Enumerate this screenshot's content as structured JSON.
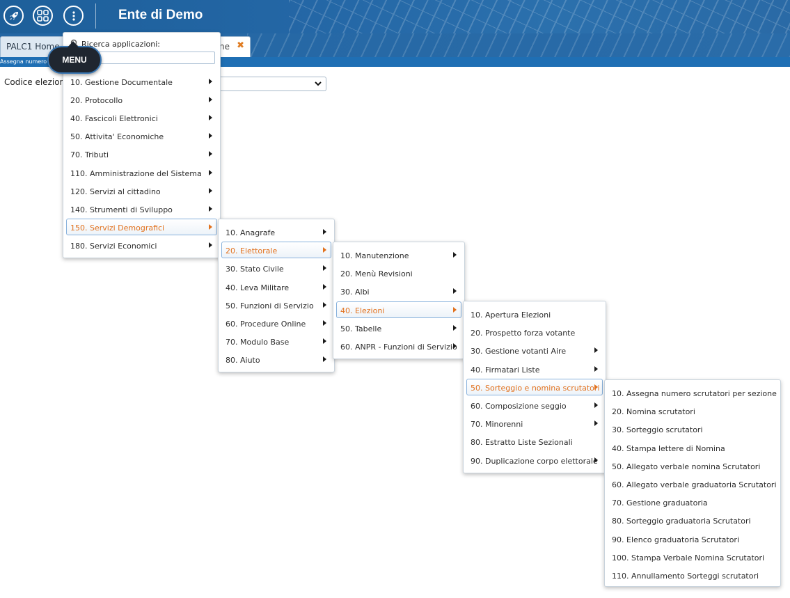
{
  "header": {
    "title": "Ente di Demo",
    "buttons": [
      {
        "icon": "rocket-icon"
      },
      {
        "icon": "apps-grid-icon"
      },
      {
        "icon": "more-vertical-icon"
      }
    ]
  },
  "tabs": {
    "home": "PALC1 Home",
    "active_partial": "ne",
    "close_glyph": "✖"
  },
  "subbar": {
    "text": "Assegna numero sc"
  },
  "form": {
    "label": "Codice elezione"
  },
  "launcher": {
    "search_label": "Ricerca applicazioni:",
    "search_placeholder": "",
    "badge": "MENU"
  },
  "menus": {
    "level1": [
      {
        "label": "10. Gestione Documentale",
        "sub": true
      },
      {
        "label": "20. Protocollo",
        "sub": true
      },
      {
        "label": "40. Fascicoli Elettronici",
        "sub": true
      },
      {
        "label": "50. Attivita' Economiche",
        "sub": true
      },
      {
        "label": "70. Tributi",
        "sub": true
      },
      {
        "label": "110. Amministrazione del Sistema",
        "sub": true
      },
      {
        "label": "120. Servizi al cittadino",
        "sub": true
      },
      {
        "label": "140. Strumenti di Sviluppo",
        "sub": true
      },
      {
        "label": "150. Servizi Demografici",
        "sub": true,
        "selected": true
      },
      {
        "label": "180. Servizi Economici",
        "sub": true
      }
    ],
    "level2": [
      {
        "label": "10. Anagrafe",
        "sub": true
      },
      {
        "label": "20. Elettorale",
        "sub": true,
        "selected": true
      },
      {
        "label": "30. Stato Civile",
        "sub": true
      },
      {
        "label": "40. Leva Militare",
        "sub": true
      },
      {
        "label": "50. Funzioni di Servizio",
        "sub": true
      },
      {
        "label": "60. Procedure Online",
        "sub": true
      },
      {
        "label": "70. Modulo Base",
        "sub": true
      },
      {
        "label": "80. Aiuto",
        "sub": true
      }
    ],
    "level3": [
      {
        "label": "10. Manutenzione",
        "sub": true
      },
      {
        "label": "20. Menù Revisioni",
        "sub": false
      },
      {
        "label": "30. Albi",
        "sub": true
      },
      {
        "label": "40. Elezioni",
        "sub": true,
        "selected": true
      },
      {
        "label": "50. Tabelle",
        "sub": true
      },
      {
        "label": "60. ANPR - Funzioni di Servizio",
        "sub": true
      }
    ],
    "level4": [
      {
        "label": "10. Apertura Elezioni",
        "sub": false
      },
      {
        "label": "20. Prospetto forza votante",
        "sub": false
      },
      {
        "label": "30. Gestione votanti Aire",
        "sub": true
      },
      {
        "label": "40. Firmatari Liste",
        "sub": true
      },
      {
        "label": "50. Sorteggio e nomina scrutatori",
        "sub": true,
        "selected": true
      },
      {
        "label": "60. Composizione seggio",
        "sub": true
      },
      {
        "label": "70. Minorenni",
        "sub": true
      },
      {
        "label": "80. Estratto Liste Sezionali",
        "sub": false
      },
      {
        "label": "90. Duplicazione corpo elettorale",
        "sub": true
      }
    ],
    "level5": [
      {
        "label": "10. Assegna numero scrutatori per sezione",
        "sub": false
      },
      {
        "label": "20. Nomina scrutatori",
        "sub": false
      },
      {
        "label": "30. Sorteggio scrutatori",
        "sub": false
      },
      {
        "label": "40. Stampa lettere di Nomina",
        "sub": false
      },
      {
        "label": "50. Allegato verbale nomina Scrutatori",
        "sub": false
      },
      {
        "label": "60. Allegato verbale graduatoria Scrutatori",
        "sub": false
      },
      {
        "label": "70. Gestione graduatoria",
        "sub": false
      },
      {
        "label": "80. Sorteggio graduatoria Scrutatori",
        "sub": false
      },
      {
        "label": "90. Elenco graduatoria Scrutatori",
        "sub": false
      },
      {
        "label": "100. Stampa Verbale Nomina Scrutatori",
        "sub": false
      },
      {
        "label": "110. Annullamento Sorteggi scrutatori",
        "sub": false
      }
    ]
  }
}
